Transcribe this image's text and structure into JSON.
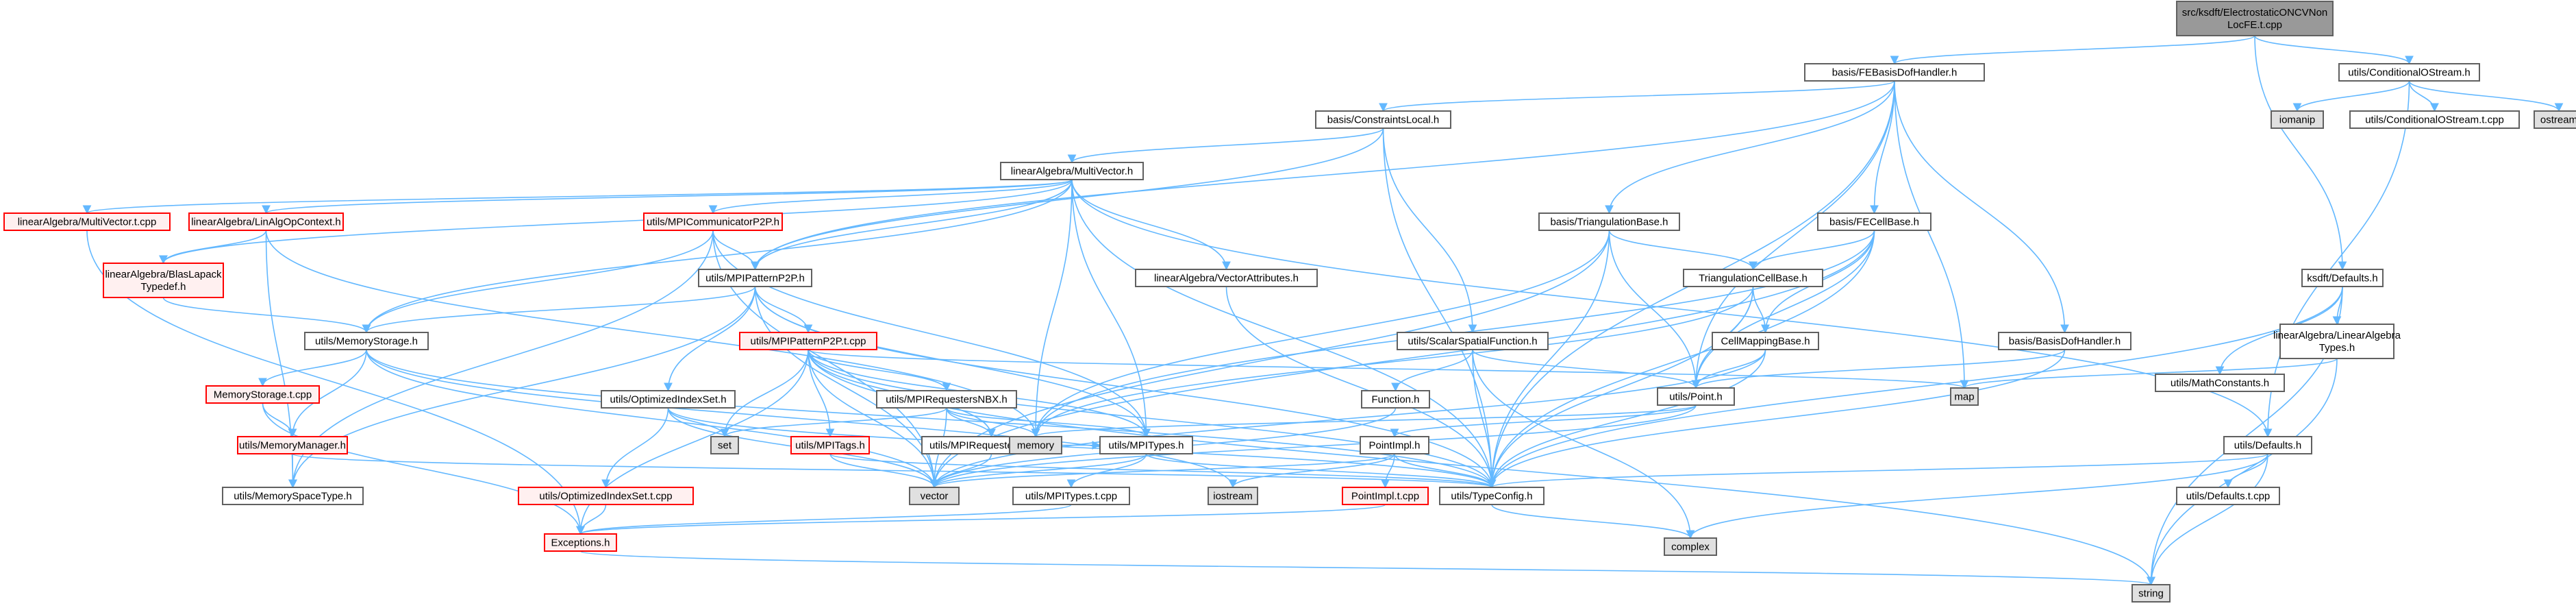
{
  "colors": {
    "edge": "#63b8ff",
    "edge_dark": "#404040",
    "node_border": "#606060",
    "node_red_border": "#ff0000",
    "node_red_fill": "#fff0f0",
    "node_gray_fill": "#e0e0e0",
    "node_root_fill": "#999999",
    "node_fill": "#ffffff"
  },
  "nodes": [
    {
      "id": "root",
      "style": "root",
      "lines": [
        "src/ksdft/ElectrostaticONCVNon",
        "LocFE.t.cpp"
      ]
    },
    {
      "id": "febasis",
      "style": "white",
      "lines": [
        "basis/FEBasisDofHandler.h"
      ]
    },
    {
      "id": "condostream",
      "style": "white",
      "lines": [
        "utils/ConditionalOStream.h"
      ]
    },
    {
      "id": "iomanip",
      "style": "gray",
      "lines": [
        "iomanip"
      ]
    },
    {
      "id": "condostream_t",
      "style": "white",
      "lines": [
        "utils/ConditionalOStream.t.cpp"
      ]
    },
    {
      "id": "ostream",
      "style": "gray",
      "lines": [
        "ostream"
      ]
    },
    {
      "id": "constraints",
      "style": "white",
      "lines": [
        "basis/ConstraintsLocal.h"
      ]
    },
    {
      "id": "multivector",
      "style": "white",
      "lines": [
        "linearAlgebra/MultiVector.h"
      ]
    },
    {
      "id": "triangbase",
      "style": "white",
      "lines": [
        "basis/TriangulationBase.h"
      ]
    },
    {
      "id": "fecellbase",
      "style": "white",
      "lines": [
        "basis/FECellBase.h"
      ]
    },
    {
      "id": "mv_t",
      "style": "red",
      "lines": [
        "linearAlgebra/MultiVector.t.cpp"
      ]
    },
    {
      "id": "linalgop",
      "style": "red",
      "lines": [
        "linearAlgebra/LinAlgOpContext.h"
      ]
    },
    {
      "id": "mpicomm",
      "style": "red",
      "lines": [
        "utils/MPICommunicatorP2P.h"
      ]
    },
    {
      "id": "blaslapack",
      "style": "red",
      "lines": [
        "linearAlgebra/BlasLapack",
        "Typedef.h"
      ]
    },
    {
      "id": "mpipattern",
      "style": "white",
      "lines": [
        "utils/MPIPatternP2P.h"
      ]
    },
    {
      "id": "vecattr",
      "style": "white",
      "lines": [
        "linearAlgebra/VectorAttributes.h"
      ]
    },
    {
      "id": "triangcell",
      "style": "white",
      "lines": [
        "TriangulationCellBase.h"
      ]
    },
    {
      "id": "ksdftdefaults",
      "style": "white",
      "lines": [
        "ksdft/Defaults.h"
      ]
    },
    {
      "id": "memstorage",
      "style": "white",
      "lines": [
        "utils/MemoryStorage.h"
      ]
    },
    {
      "id": "mpipattern_t",
      "style": "red",
      "lines": [
        "utils/MPIPatternP2P.t.cpp"
      ]
    },
    {
      "id": "scalarspatial",
      "style": "white",
      "lines": [
        "utils/ScalarSpatialFunction.h"
      ]
    },
    {
      "id": "cellmapping",
      "style": "white",
      "lines": [
        "CellMappingBase.h"
      ]
    },
    {
      "id": "basisdof",
      "style": "white",
      "lines": [
        "basis/BasisDofHandler.h"
      ]
    },
    {
      "id": "mathconst",
      "style": "white",
      "lines": [
        "utils/MathConstants.h"
      ]
    },
    {
      "id": "latypes",
      "style": "white",
      "lines": [
        "linearAlgebra/LinearAlgebra",
        "Types.h"
      ]
    },
    {
      "id": "memstorage_t",
      "style": "red",
      "lines": [
        "MemoryStorage.t.cpp"
      ]
    },
    {
      "id": "optindexset",
      "style": "white",
      "lines": [
        "utils/OptimizedIndexSet.h"
      ]
    },
    {
      "id": "mpireqnbx",
      "style": "white",
      "lines": [
        "utils/MPIRequestersNBX.h"
      ]
    },
    {
      "id": "function",
      "style": "white",
      "lines": [
        "Function.h"
      ]
    },
    {
      "id": "point",
      "style": "white",
      "lines": [
        "utils/Point.h"
      ]
    },
    {
      "id": "map",
      "style": "gray",
      "lines": [
        "map"
      ]
    },
    {
      "id": "memmanager",
      "style": "red",
      "lines": [
        "utils/MemoryManager.h"
      ]
    },
    {
      "id": "set",
      "style": "gray",
      "lines": [
        "set"
      ]
    },
    {
      "id": "mpitags",
      "style": "red",
      "lines": [
        "utils/MPITags.h"
      ]
    },
    {
      "id": "mpireqbase",
      "style": "white",
      "lines": [
        "utils/MPIRequestersBase.h"
      ]
    },
    {
      "id": "memory",
      "style": "gray",
      "lines": [
        "memory"
      ]
    },
    {
      "id": "mpitypes",
      "style": "white",
      "lines": [
        "utils/MPITypes.h"
      ]
    },
    {
      "id": "pointimpl",
      "style": "white",
      "lines": [
        "PointImpl.h"
      ]
    },
    {
      "id": "utilsdefaults",
      "style": "white",
      "lines": [
        "utils/Defaults.h"
      ]
    },
    {
      "id": "memspacetype",
      "style": "white",
      "lines": [
        "utils/MemorySpaceType.h"
      ]
    },
    {
      "id": "optindexset_t",
      "style": "red",
      "lines": [
        "utils/OptimizedIndexSet.t.cpp"
      ]
    },
    {
      "id": "vector",
      "style": "gray",
      "lines": [
        "vector"
      ]
    },
    {
      "id": "iostream",
      "style": "gray",
      "lines": [
        "iostream"
      ]
    },
    {
      "id": "mpitypes_t",
      "style": "white",
      "lines": [
        "utils/MPITypes.t.cpp"
      ]
    },
    {
      "id": "pointimpl_t",
      "style": "red",
      "lines": [
        "PointImpl.t.cpp"
      ]
    },
    {
      "id": "typeconfig",
      "style": "white",
      "lines": [
        "utils/TypeConfig.h"
      ]
    },
    {
      "id": "defaults_t",
      "style": "white",
      "lines": [
        "utils/Defaults.t.cpp"
      ]
    },
    {
      "id": "exceptions",
      "style": "red",
      "lines": [
        "Exceptions.h"
      ]
    },
    {
      "id": "complex",
      "style": "gray",
      "lines": [
        "complex"
      ]
    },
    {
      "id": "string",
      "style": "gray",
      "lines": [
        "string"
      ]
    }
  ],
  "edges": [
    [
      "root",
      "febasis"
    ],
    [
      "root",
      "condostream"
    ],
    [
      "root",
      "ksdftdefaults"
    ],
    [
      "condostream",
      "iomanip"
    ],
    [
      "condostream",
      "condostream_t"
    ],
    [
      "condostream",
      "ostream"
    ],
    [
      "condostream",
      "utilsdefaults"
    ],
    [
      "febasis",
      "constraints"
    ],
    [
      "febasis",
      "triangbase"
    ],
    [
      "febasis",
      "fecellbase"
    ],
    [
      "febasis",
      "basisdof"
    ],
    [
      "febasis",
      "mpipattern"
    ],
    [
      "febasis",
      "point"
    ],
    [
      "febasis",
      "map"
    ],
    [
      "febasis",
      "typeconfig"
    ],
    [
      "constraints",
      "multivector"
    ],
    [
      "constraints",
      "mpipattern"
    ],
    [
      "constraints",
      "scalarspatial"
    ],
    [
      "constraints",
      "typeconfig"
    ],
    [
      "multivector",
      "mv_t"
    ],
    [
      "multivector",
      "linalgop"
    ],
    [
      "multivector",
      "mpicomm"
    ],
    [
      "multivector",
      "blaslapack"
    ],
    [
      "multivector",
      "mpipattern"
    ],
    [
      "multivector",
      "vecattr"
    ],
    [
      "multivector",
      "memstorage"
    ],
    [
      "multivector",
      "memory"
    ],
    [
      "multivector",
      "mpitypes"
    ],
    [
      "multivector",
      "typeconfig"
    ],
    [
      "multivector",
      "utilsdefaults"
    ],
    [
      "mv_t",
      "exceptions"
    ],
    [
      "linalgop",
      "blaslapack"
    ],
    [
      "linalgop",
      "memspacetype"
    ],
    [
      "linalgop",
      "memory"
    ],
    [
      "mpicomm",
      "mpipattern"
    ],
    [
      "mpicomm",
      "memstorage"
    ],
    [
      "mpicomm",
      "mpitypes"
    ],
    [
      "mpicomm",
      "memspacetype"
    ],
    [
      "mpicomm",
      "vector"
    ],
    [
      "blaslapack",
      "memstorage"
    ],
    [
      "mpipattern",
      "mpipattern_t"
    ],
    [
      "mpipattern",
      "optindexset"
    ],
    [
      "mpipattern",
      "memstorage"
    ],
    [
      "mpipattern",
      "mpitypes"
    ],
    [
      "mpipattern",
      "memspacetype"
    ],
    [
      "mpipattern",
      "vector"
    ],
    [
      "mpipattern",
      "typeconfig"
    ],
    [
      "vecattr",
      "typeconfig"
    ],
    [
      "triangbase",
      "triangcell"
    ],
    [
      "triangbase",
      "point"
    ],
    [
      "triangbase",
      "memory"
    ],
    [
      "triangbase",
      "vector"
    ],
    [
      "triangbase",
      "typeconfig"
    ],
    [
      "fecellbase",
      "triangcell"
    ],
    [
      "fecellbase",
      "cellmapping"
    ],
    [
      "fecellbase",
      "point"
    ],
    [
      "fecellbase",
      "memory"
    ],
    [
      "fecellbase",
      "typeconfig"
    ],
    [
      "fecellbase",
      "vector"
    ],
    [
      "triangcell",
      "cellmapping"
    ],
    [
      "triangcell",
      "point"
    ],
    [
      "triangcell",
      "memory"
    ],
    [
      "triangcell",
      "typeconfig"
    ],
    [
      "cellmapping",
      "point"
    ],
    [
      "cellmapping",
      "typeconfig"
    ],
    [
      "cellmapping",
      "vector"
    ],
    [
      "basisdof",
      "point"
    ],
    [
      "basisdof",
      "typeconfig"
    ],
    [
      "ksdftdefaults",
      "mathconst"
    ],
    [
      "ksdftdefaults",
      "latypes"
    ],
    [
      "ksdftdefaults",
      "typeconfig"
    ],
    [
      "ksdftdefaults",
      "string"
    ],
    [
      "latypes",
      "map"
    ],
    [
      "latypes",
      "string"
    ],
    [
      "memstorage",
      "memstorage_t"
    ],
    [
      "memstorage",
      "memmanager"
    ],
    [
      "memstorage",
      "vector"
    ],
    [
      "memstorage",
      "typeconfig"
    ],
    [
      "memstorage_t",
      "memmanager"
    ],
    [
      "memstorage_t",
      "exceptions"
    ],
    [
      "memmanager",
      "memspacetype"
    ],
    [
      "memmanager",
      "typeconfig"
    ],
    [
      "mpipattern_t",
      "set"
    ],
    [
      "mpipattern_t",
      "mpitags"
    ],
    [
      "mpipattern_t",
      "mpireqnbx"
    ],
    [
      "mpipattern_t",
      "mpireqbase"
    ],
    [
      "mpipattern_t",
      "exceptions"
    ],
    [
      "mpipattern_t",
      "mpitypes"
    ],
    [
      "mpipattern_t",
      "map"
    ],
    [
      "mpipattern_t",
      "string"
    ],
    [
      "mpipattern_t",
      "vector"
    ],
    [
      "mpipattern_t",
      "typeconfig"
    ],
    [
      "optindexset",
      "optindexset_t"
    ],
    [
      "optindexset",
      "set"
    ],
    [
      "optindexset",
      "vector"
    ],
    [
      "optindexset",
      "typeconfig"
    ],
    [
      "optindexset_t",
      "exceptions"
    ],
    [
      "mpireqnbx",
      "mpireqbase"
    ],
    [
      "mpireqnbx",
      "mpitypes"
    ],
    [
      "mpireqnbx",
      "memory"
    ],
    [
      "mpireqnbx",
      "set"
    ],
    [
      "mpireqnbx",
      "vector"
    ],
    [
      "mpireqbase",
      "mpitypes"
    ],
    [
      "mpireqbase",
      "vector"
    ],
    [
      "mpitags",
      "vector"
    ],
    [
      "mpitags",
      "typeconfig"
    ],
    [
      "scalarspatial",
      "function"
    ],
    [
      "scalarspatial",
      "point"
    ],
    [
      "scalarspatial",
      "typeconfig"
    ],
    [
      "scalarspatial",
      "complex"
    ],
    [
      "function",
      "vector"
    ],
    [
      "point",
      "pointimpl"
    ],
    [
      "point",
      "memory"
    ],
    [
      "point",
      "vector"
    ],
    [
      "pointimpl",
      "pointimpl_t"
    ],
    [
      "pointimpl",
      "iostream"
    ],
    [
      "pointimpl",
      "typeconfig"
    ],
    [
      "pointimpl",
      "vector"
    ],
    [
      "pointimpl_t",
      "exceptions"
    ],
    [
      "mpitypes",
      "mpitypes_t"
    ],
    [
      "mpitypes",
      "typeconfig"
    ],
    [
      "mpitypes",
      "vector"
    ],
    [
      "mpitypes_t",
      "exceptions"
    ],
    [
      "utilsdefaults",
      "defaults_t"
    ],
    [
      "utilsdefaults",
      "typeconfig"
    ],
    [
      "utilsdefaults",
      "complex"
    ],
    [
      "utilsdefaults",
      "string"
    ],
    [
      "typeconfig",
      "complex"
    ],
    [
      "exceptions",
      "string"
    ],
    [
      "memstorage",
      "iostream"
    ]
  ]
}
